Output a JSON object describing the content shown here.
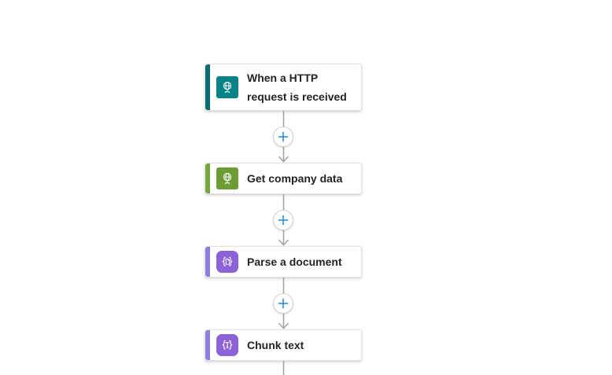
{
  "flow": {
    "nodes": [
      {
        "label": "When a HTTP request is received",
        "kind": "trigger",
        "accent_color": "#0a6c70",
        "icon_background": "#038387",
        "icon_name": "http-request-globe-icon",
        "glyph": "globe"
      },
      {
        "label": "Get company data",
        "kind": "action",
        "accent_color": "#77a73d",
        "icon_background": "#6d9c35",
        "icon_name": "custom-connector-globe-icon",
        "glyph": "globe"
      },
      {
        "label": "Parse a document",
        "kind": "action",
        "accent_color": "#8f7de0",
        "icon_background": "#8b63d6",
        "icon_name": "parse-document-icon",
        "glyph": "braces-document"
      },
      {
        "label": "Chunk text",
        "kind": "action",
        "accent_color": "#8f7de0",
        "icon_background": "#8b63d6",
        "icon_name": "chunk-text-icon",
        "glyph": "braces-text"
      }
    ],
    "connector": {
      "line_color": "#a3a3a3",
      "plus_color": "#1a86d8",
      "plus_border": "#d4d2d0"
    },
    "card": {
      "background": "#ffffff",
      "border_color": "#e5e3e1",
      "text_color": "#242424"
    }
  }
}
